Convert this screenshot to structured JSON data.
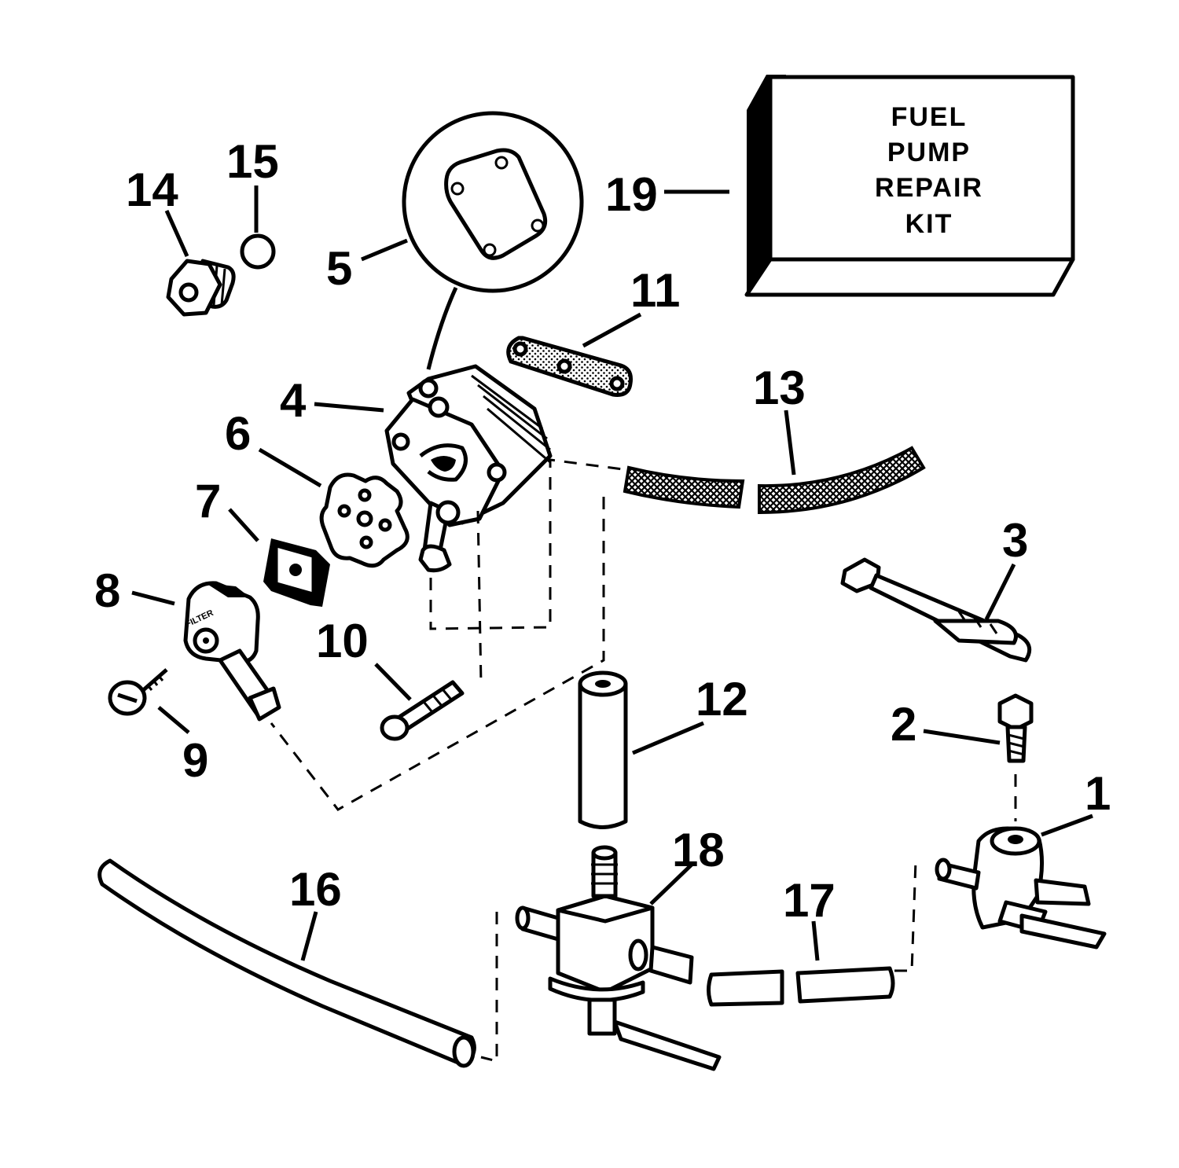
{
  "labels": {
    "l1": "1",
    "l2": "2",
    "l3": "3",
    "l4": "4",
    "l5": "5",
    "l6": "6",
    "l7": "7",
    "l8": "8",
    "l9": "9",
    "l10": "10",
    "l11": "11",
    "l12": "12",
    "l13": "13",
    "l14": "14",
    "l15": "15",
    "l16": "16",
    "l17": "17",
    "l18": "18",
    "l19": "19"
  },
  "kit_box": {
    "line1": "FUEL",
    "line2": "PUMP",
    "line3": "REPAIR",
    "line4": "KIT"
  },
  "filter_cover_text": "FILTER"
}
